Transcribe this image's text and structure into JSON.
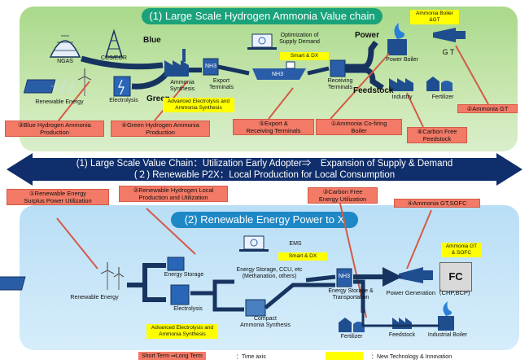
{
  "top_panel": {
    "title": "(1) Large Scale Hydrogen Ammonia Value chain",
    "labels": {
      "ngas": "NGAS",
      "ccs": "CCS/EOR",
      "blue": "Blue",
      "green": "Green",
      "renewable": "Renewable Energy",
      "electrolysis": "Electrolysis",
      "ammonia_synthesis": "Ammonia Synthesis",
      "export_terminals": "Export\nTerminals",
      "optimization": "Optimization of\nSupply Demand",
      "receiving_terminals": "Receiving\nTerminals",
      "power": "Power",
      "feedstock": "Feedstock",
      "power_boiler": "Power Boiler",
      "gt": "G T",
      "industry": "Industry",
      "fertilizer": "Fertilizer",
      "nh3_tank": "NH3",
      "nh3_ship": "NH3"
    },
    "yellow": {
      "smart_dx": "Smart & DX",
      "adv": "Advanced Electrolysis and\nAmmonia Synthesis",
      "boiler_gt": "Ammonia Boiler\n&GT"
    },
    "red": {
      "r3": "③Blue Hydrogen Ammonia\nProduction",
      "r4": "④Green Hydrogen Ammonia\nProduction",
      "r5": "⑤Export &\nReceiving Terminals",
      "r1": "①Ammonia Co-firing\nBoiler",
      "r6": "⑥Carbon Free\nFeedstock",
      "r2": "②Ammonia GT"
    }
  },
  "band": {
    "line1": "(1) Large Scale Value Chain：Utilization Early Adopter⇒　Expansion of Supply & Demand",
    "line2": "(２) Renewable P2X：Local Production for Local Consumption"
  },
  "bottom_panel": {
    "title": "(2) Renewable Energy Power to X",
    "labels": {
      "renewable": "Renewable Energy",
      "energy_storage": "Energy Storage",
      "electrolysis": "Electrolysis",
      "ems": "EMS",
      "storage_ccu": "Energy Storage, CCU, etc\n(Methanation, others)",
      "compact": "Compact\nAmmonia Synthesis",
      "storage_transport": "Energy Storage &\nTransportation",
      "power_gen": "Power Generation（CHP,BCP)",
      "fertilizer": "Fertilizer",
      "feedstock": "Feedstock",
      "industrial_boiler": "Industrial Boiler",
      "fc": "FC",
      "nh3": "NH3"
    },
    "yellow": {
      "smart_dx": "Smart & DX",
      "adv": "Advanced Electrolysis and\nAmmonia Synthesis",
      "gt_sofc": "Ammonia GT\n& SOFC"
    },
    "red": {
      "r1": "①Renewable Energy\nSurplus Power Utilization",
      "r2": "②Renewable Hydrogen Local\nProduction and Utilization",
      "r3": "③Carbon Free\nEnergy Utilization",
      "r4": "④Ammonia  GT,SOFC"
    }
  },
  "legend": {
    "term": "Short Term  ⇒Long Term",
    "time_axis": "：Time axis",
    "new_tech": "：New Technology & Innovation"
  },
  "colors": {
    "top_panel": "#bfe3a6",
    "bottom_panel": "#cce8f8",
    "band": "#0f2e6b",
    "red_box": "#f27a66",
    "yellow": "#ffff00",
    "arrow": "#16345f"
  }
}
